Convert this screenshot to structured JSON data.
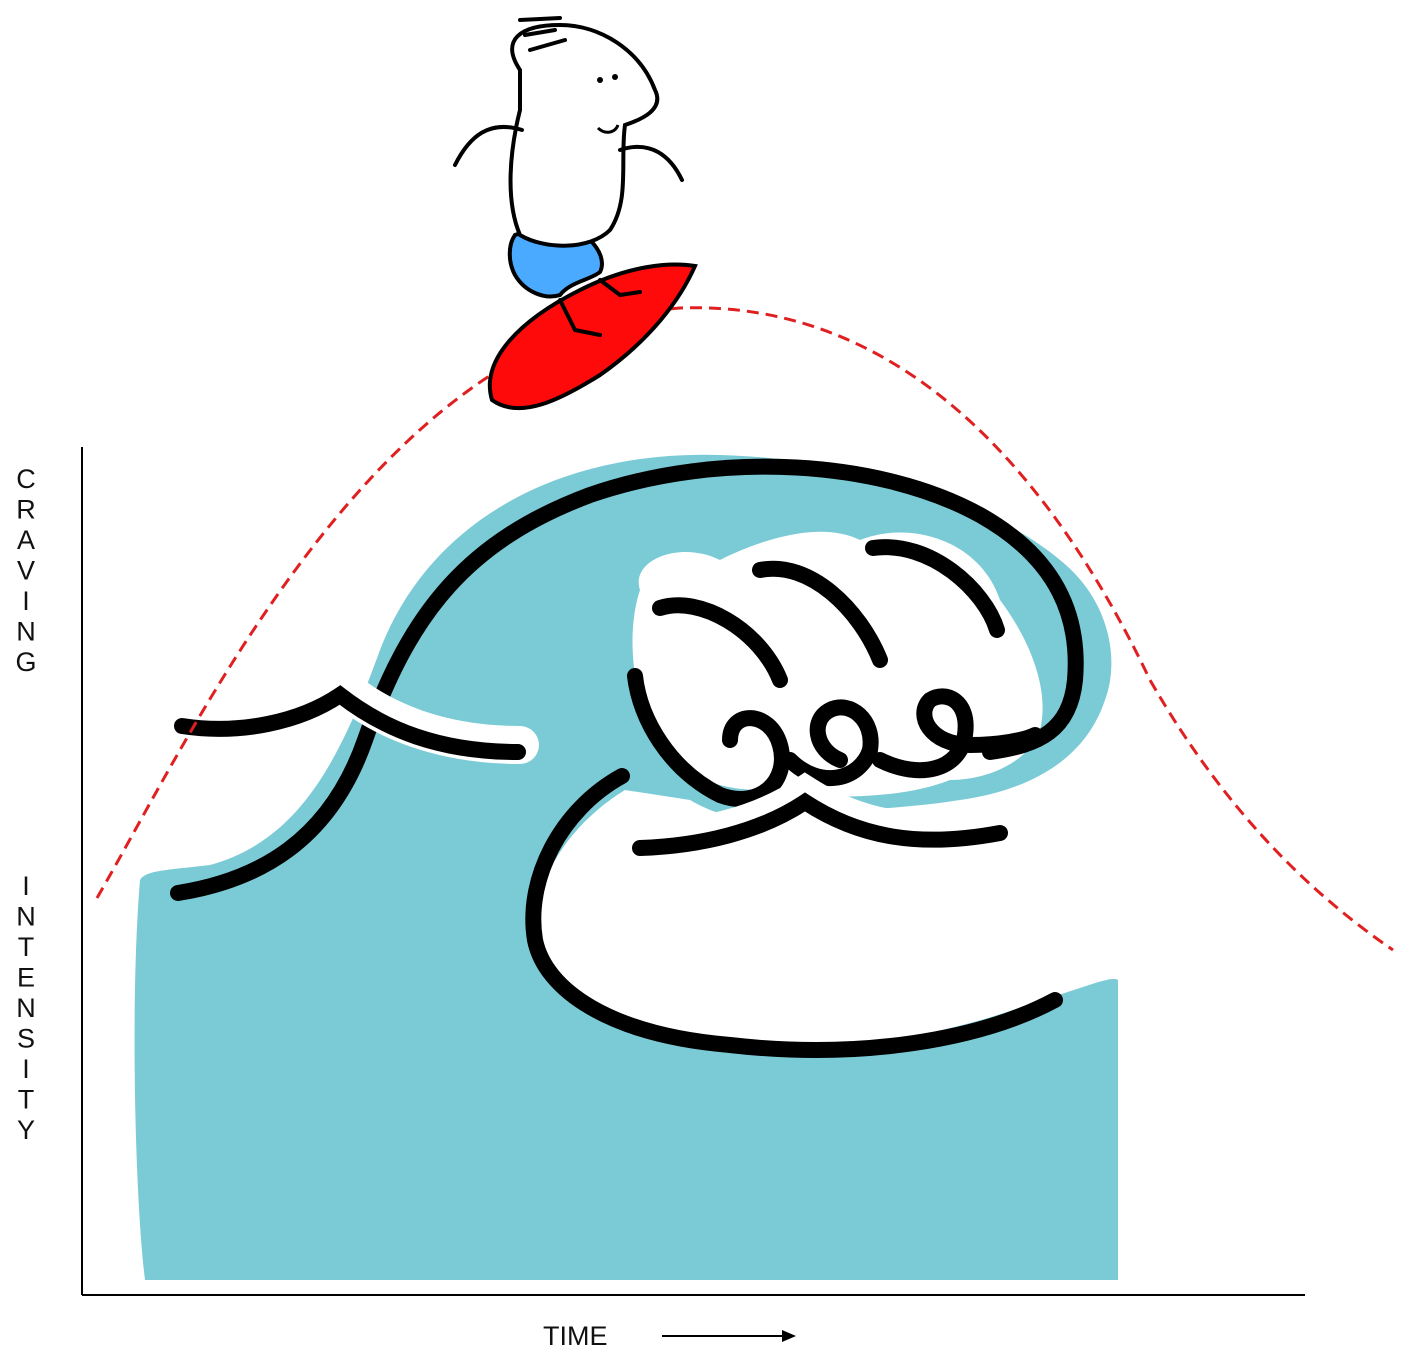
{
  "diagram": {
    "y_axis_label_top": "CRAVING",
    "y_axis_label_bottom": "INTENSITY",
    "x_axis_label": "TIME",
    "colors": {
      "wave_fill": "#7bcbd6",
      "wave_stroke": "#000000",
      "curve": "#e02020",
      "surfboard": "#ff0a0a",
      "shorts": "#4aaaff",
      "axis": "#000000"
    },
    "icons": [
      "surfer-illustration",
      "wave-illustration",
      "arrow-right-icon"
    ]
  }
}
